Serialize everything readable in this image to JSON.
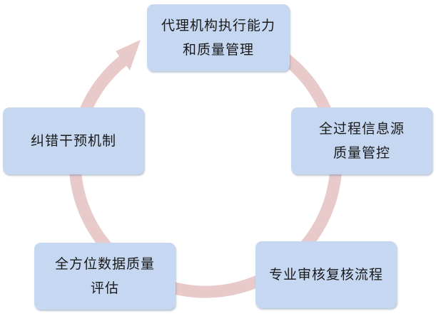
{
  "cycle": {
    "nodes": [
      {
        "line1": "代理机构执行能力",
        "line2": "和质量管理"
      },
      {
        "line1": "全过程信息源",
        "line2": "质量管控"
      },
      {
        "line1": "专业审核复核流程",
        "line2": ""
      },
      {
        "line1": "全方位数据质量",
        "line2": "评估"
      },
      {
        "line1": "纠错干预机制",
        "line2": ""
      }
    ],
    "colors": {
      "node_fill": "#c6d8f1",
      "arrow_fill": "#e9caca",
      "text": "#1a1a1a"
    }
  }
}
